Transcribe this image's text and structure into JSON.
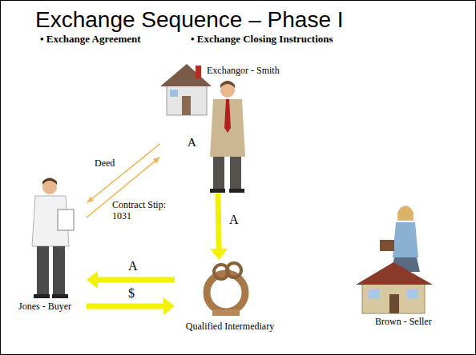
{
  "diagram": {
    "title": "Exchange Sequence – Phase I",
    "nodes": [
      {
        "text": [
          "Exchangor - Smith"
        ]
      },
      {
        "text": [
          "Jones - Buyer"
        ]
      },
      {
        "text": [
          "Qualified Intermediary"
        ]
      },
      {
        "text": [
          "Brown - Seller"
        ]
      }
    ],
    "edges": [
      {
        "from": 0,
        "to": 1,
        "label": "Deed",
        "arrow": "to"
      },
      {
        "from": 1,
        "to": 0,
        "label": "Contract Stip: 1031",
        "arrow": "to"
      },
      {
        "from": 0,
        "to": 2,
        "label": "A",
        "arrow": "to"
      },
      {
        "from": 2,
        "to": 1,
        "label": "A",
        "arrow": "to"
      },
      {
        "from": 1,
        "to": 2,
        "label": "$",
        "arrow": "to"
      }
    ],
    "labels": [
      "• Exchange Agreement",
      "• Exchange Closing Instructions",
      "A"
    ]
  }
}
